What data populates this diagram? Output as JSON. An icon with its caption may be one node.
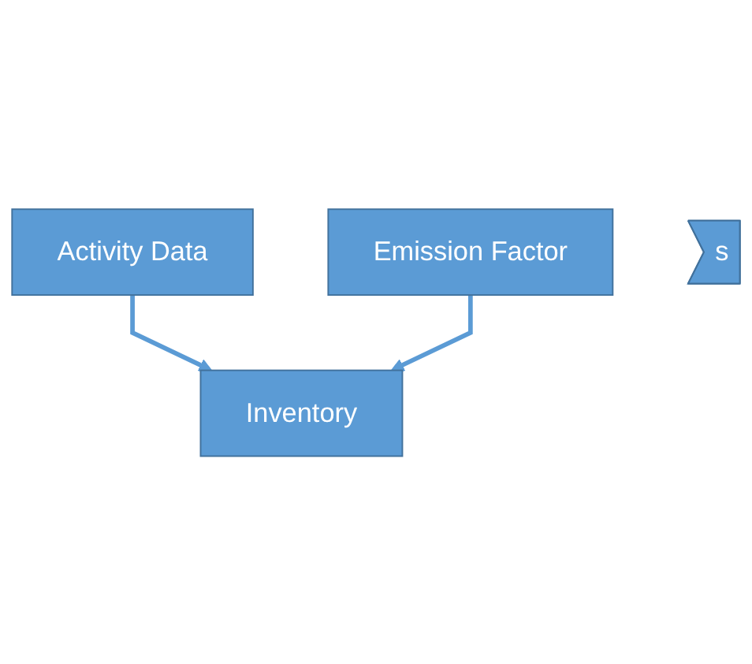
{
  "diagram": {
    "nodes": [
      {
        "text": [
          "Activity Data"
        ]
      },
      {
        "text": [
          "Emission Factor"
        ]
      },
      {
        "text": [
          "s"
        ]
      },
      {
        "text": [
          "Inventory"
        ]
      }
    ],
    "edges": [
      {
        "from": 0,
        "to": 3,
        "arrow": "to"
      },
      {
        "from": 1,
        "to": 3,
        "arrow": "to"
      }
    ]
  }
}
